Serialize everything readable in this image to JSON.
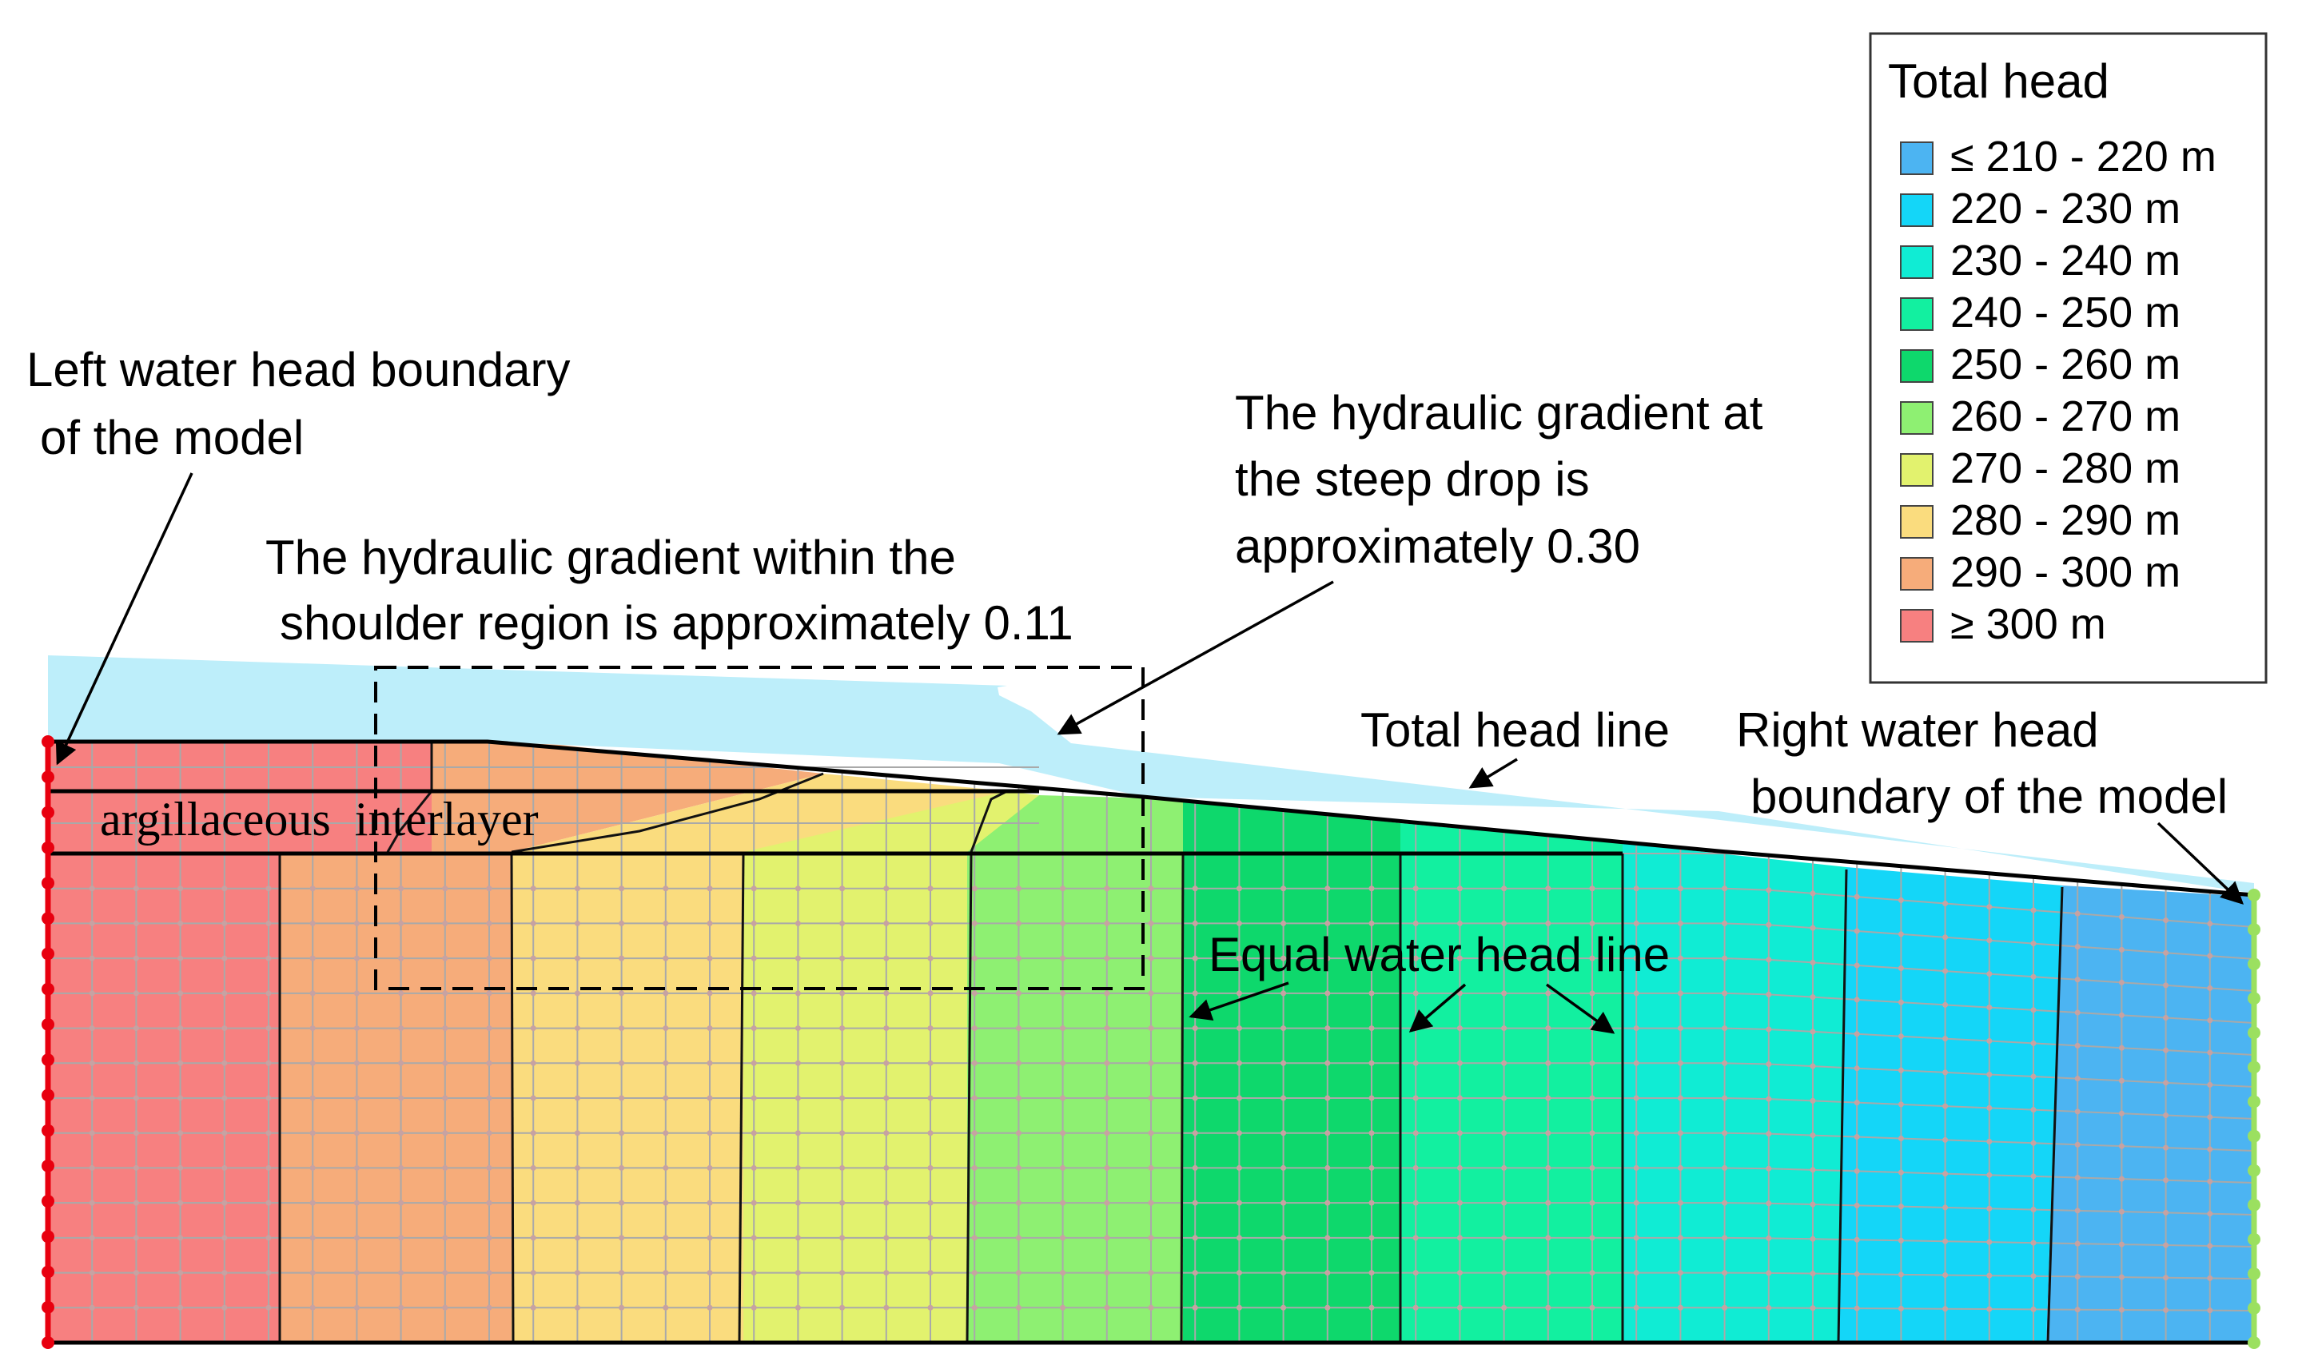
{
  "legend": {
    "title": "Total head",
    "items": [
      {
        "label": "≤ 210 - 220 m",
        "color": "#4cb4f2"
      },
      {
        "label": "220 - 230  m",
        "color": "#14d6f8"
      },
      {
        "label": "230 - 240  m",
        "color": "#10ecd4"
      },
      {
        "label": "240 - 250  m",
        "color": "#12f0a0"
      },
      {
        "label": "250 - 260  m",
        "color": "#0ed86c"
      },
      {
        "label": "260 - 270  m",
        "color": "#8ef072"
      },
      {
        "label": "270 - 280  m",
        "color": "#e2f26e"
      },
      {
        "label": "280 - 290  m",
        "color": "#fadc7e"
      },
      {
        "label": "290 - 300  m",
        "color": "#f6ac7a"
      },
      {
        "label": "≥ 300 m",
        "color": "#f78080"
      }
    ]
  },
  "annotations": {
    "left_boundary": [
      "Left water head boundary",
      "of the model"
    ],
    "shoulder": [
      "The hydraulic gradient within the",
      "shoulder region is approximately 0.11"
    ],
    "steep": [
      "The hydraulic gradient at",
      "the steep drop is",
      "approximately 0.30"
    ],
    "total_head_line": "Total head line",
    "right_boundary": [
      "Right water head",
      "boundary of the model"
    ],
    "interlayer": "argillaceous  interlayer",
    "equal_head": "Equal water head line"
  },
  "colors": {
    "water": "#bdeefa",
    "boundary_left": "#e8000f",
    "boundary_right": "#9be060",
    "mesh_line": "#a9a9a9",
    "mesh_node": "#c7a2a2"
  }
}
